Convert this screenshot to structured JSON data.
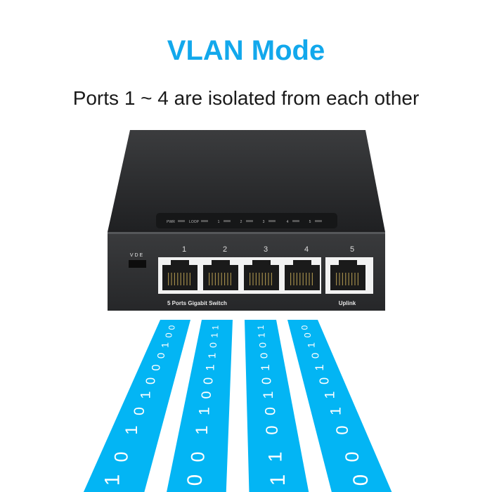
{
  "header": {
    "title": "VLAN Mode",
    "subtitle": "Ports 1 ~ 4 are isolated from each other"
  },
  "switch": {
    "led_labels": [
      "PWR",
      "LOOP",
      "1",
      "2",
      "3",
      "4",
      "5"
    ],
    "dip_switch_label": "V D E",
    "port_numbers": [
      "1",
      "2",
      "3",
      "4",
      "5"
    ],
    "model_label": "5 Ports Gigabit Switch",
    "uplink_label": "Uplink"
  },
  "data_streams": [
    {
      "bits": "10101000100"
    },
    {
      "bits": "00110011011"
    },
    {
      "bits": "11001010011"
    },
    {
      "bits": "00011010100"
    }
  ],
  "colors": {
    "accent": "#12a8ec",
    "stream": "#03b5f4",
    "device": "#2a2b2d"
  }
}
